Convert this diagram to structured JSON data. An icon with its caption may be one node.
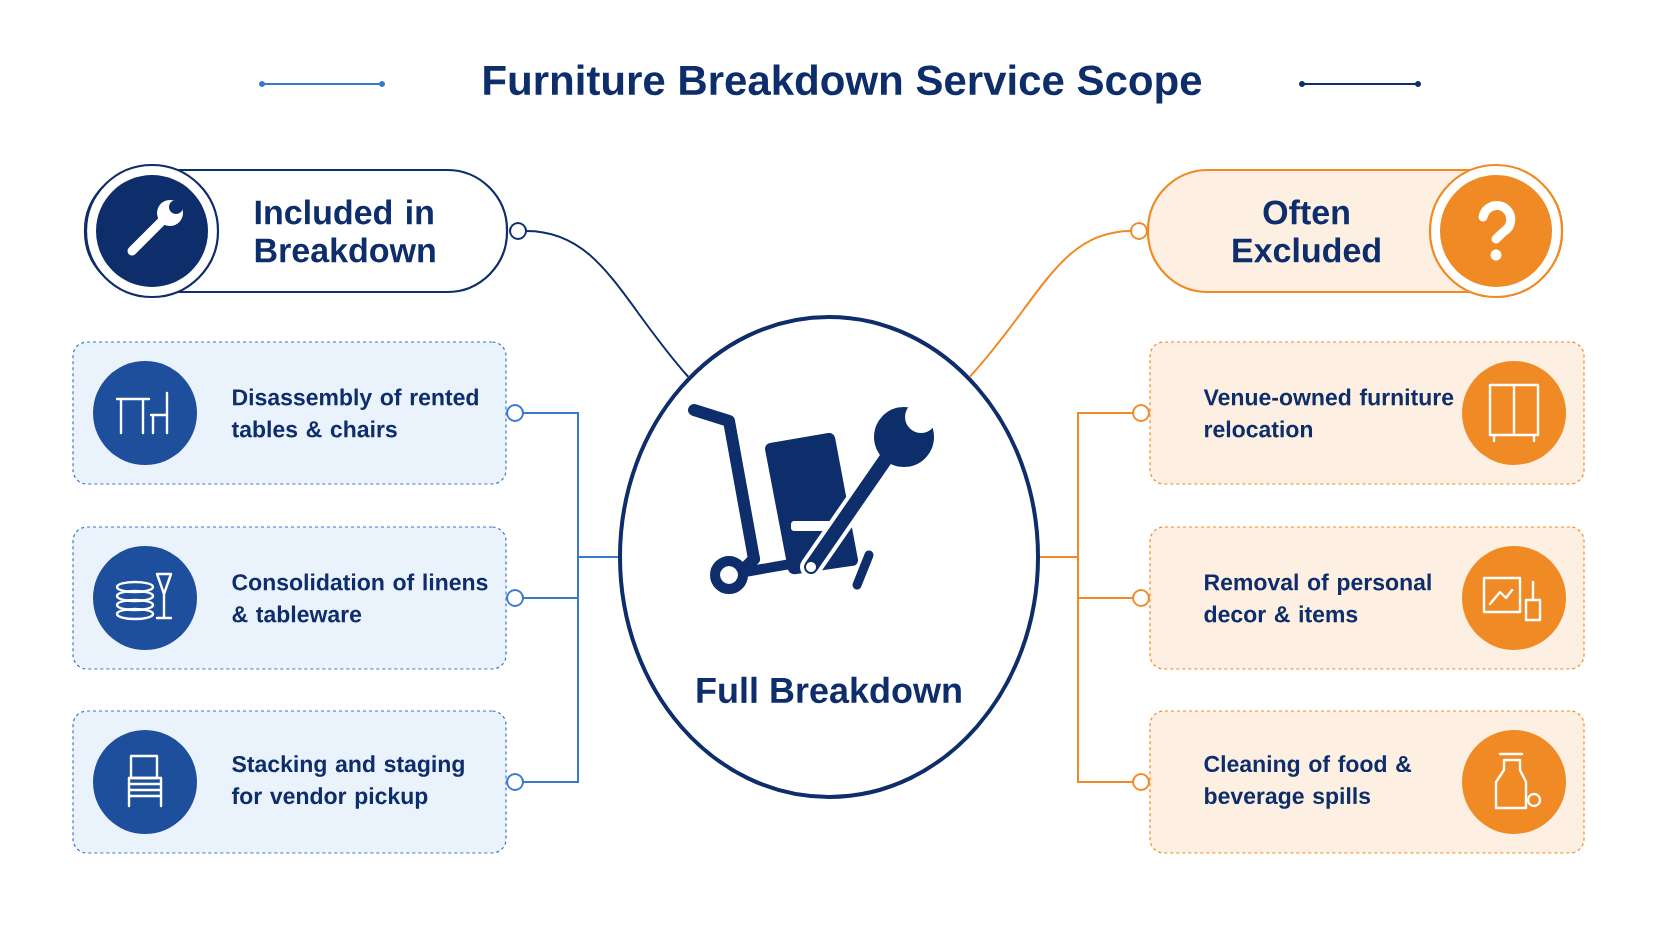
{
  "diagram": {
    "title": "Furniture Breakdown Service Scope",
    "nodes": [
      {
        "text": [
          "Included in Breakdown"
        ]
      },
      {
        "text": [
          "Disassembly of rented tables & chairs"
        ]
      },
      {
        "text": [
          "Consolidation of linens & tableware"
        ]
      },
      {
        "text": [
          "Stacking and staging for vendor pickup"
        ]
      },
      {
        "text": [
          "Often Excluded"
        ]
      },
      {
        "text": [
          "Venue-owned furniture relocation"
        ]
      },
      {
        "text": [
          "Removal of personal decor & items"
        ]
      },
      {
        "text": [
          "Cleaning of food & beverage spills"
        ]
      },
      {
        "text": [
          "Full Breakdown"
        ]
      }
    ],
    "edges": [
      {
        "from": 0,
        "to": 8,
        "arrow": "other",
        "color": "#0d2d6b"
      },
      {
        "from": 1,
        "to": 8,
        "arrow": "other",
        "color": "#3a78c9"
      },
      {
        "from": 2,
        "to": 8,
        "arrow": "other",
        "color": "#3a78c9"
      },
      {
        "from": 3,
        "to": 8,
        "arrow": "other",
        "color": "#3a78c9"
      },
      {
        "from": 4,
        "to": 8,
        "arrow": "other",
        "color": "#f08a24"
      },
      {
        "from": 5,
        "to": 8,
        "arrow": "other",
        "color": "#f08a24"
      },
      {
        "from": 6,
        "to": 8,
        "arrow": "other",
        "color": "#f08a24"
      },
      {
        "from": 7,
        "to": 8,
        "arrow": "other",
        "color": "#f08a24"
      }
    ]
  }
}
